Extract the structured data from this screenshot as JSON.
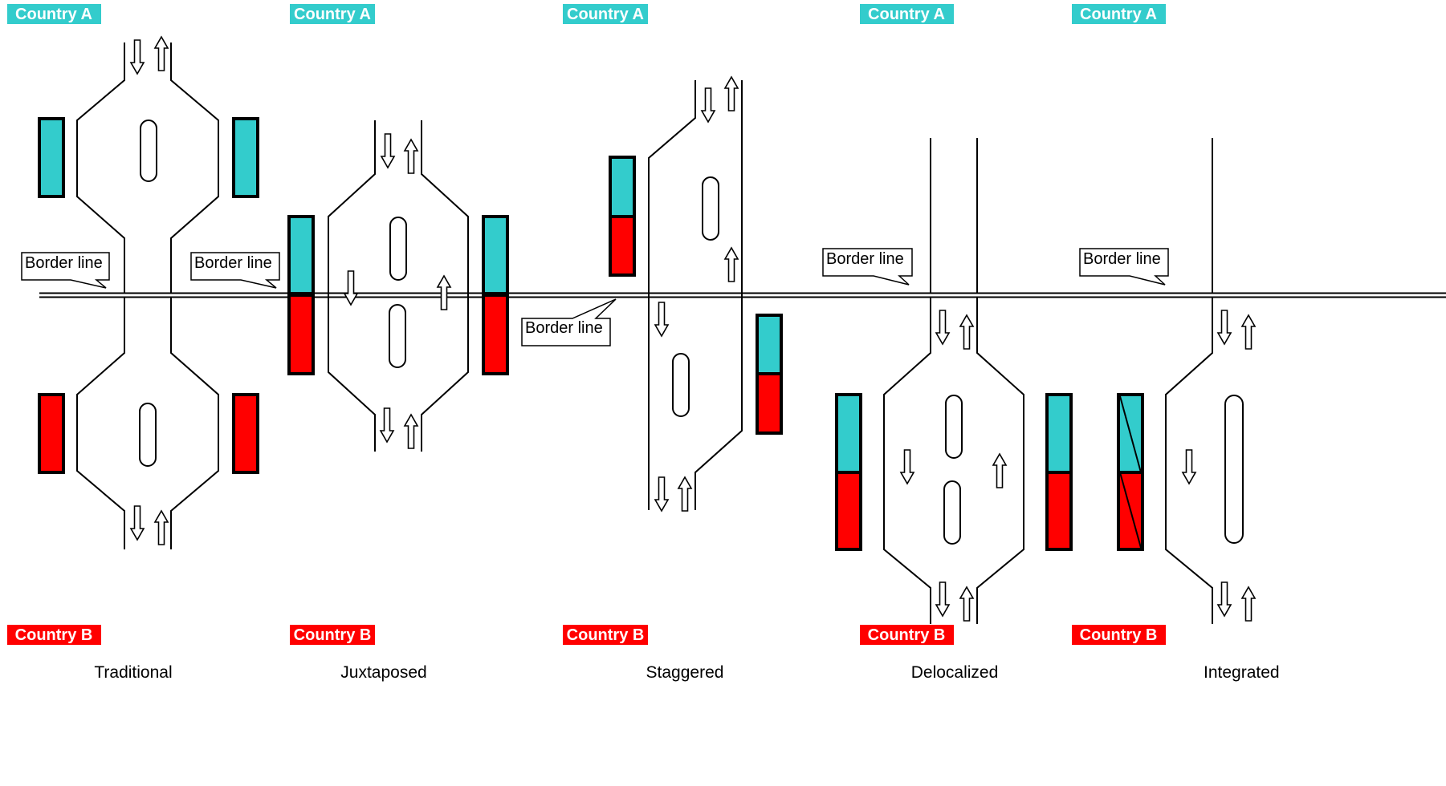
{
  "colors": {
    "country_a": "#33CCCC",
    "country_b": "#FF0000",
    "road": "#000000",
    "border": "#000000"
  },
  "labels": {
    "country_a": "Country A",
    "country_b": "Country B",
    "border_line": "Border line"
  },
  "schemes": [
    {
      "id": "traditional",
      "title": "Traditional"
    },
    {
      "id": "juxtaposed",
      "title": "Juxtaposed"
    },
    {
      "id": "staggered",
      "title": "Staggered"
    },
    {
      "id": "delocalized",
      "title": "Delocalized"
    },
    {
      "id": "integrated",
      "title": "Integrated"
    }
  ],
  "icons": {
    "arrow_down": "hollow-arrow-down-icon",
    "arrow_up": "hollow-arrow-up-icon",
    "booth": "control-booth-icon",
    "island": "traffic-island-icon"
  }
}
